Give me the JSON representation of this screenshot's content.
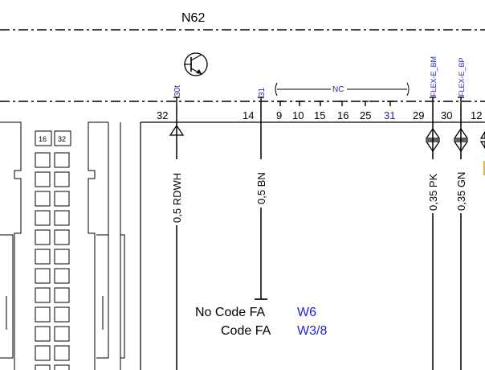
{
  "module": {
    "name": "N62"
  },
  "pins_top": {
    "p32": "32",
    "p14": "14",
    "p9": "9",
    "p10": "10",
    "p15": "15",
    "p16": "16",
    "p25": "25",
    "p31": "31",
    "p29": "29",
    "p30": "30",
    "p12": "12"
  },
  "pin_functions": {
    "f30t": "30t",
    "f31": "31",
    "nc": "NC",
    "flex_bm": "FLEX-E_BM",
    "flex_bp": "FLEX-E_BP"
  },
  "wires": {
    "w1": "0,5 RDWH",
    "w2": "0,5 BN",
    "w3": "0,35 PK",
    "w4": "0,35 GN"
  },
  "connector": {
    "label_a": "16",
    "label_b": "32"
  },
  "codes": {
    "no_code_label": "No Code FA",
    "no_code_ref": "W6",
    "code_label": "Code FA",
    "code_ref": "W3/8"
  },
  "colors": {
    "line": "#000000",
    "ref_text": "#1f1fd0",
    "faint_stub": "#d9b84a"
  }
}
